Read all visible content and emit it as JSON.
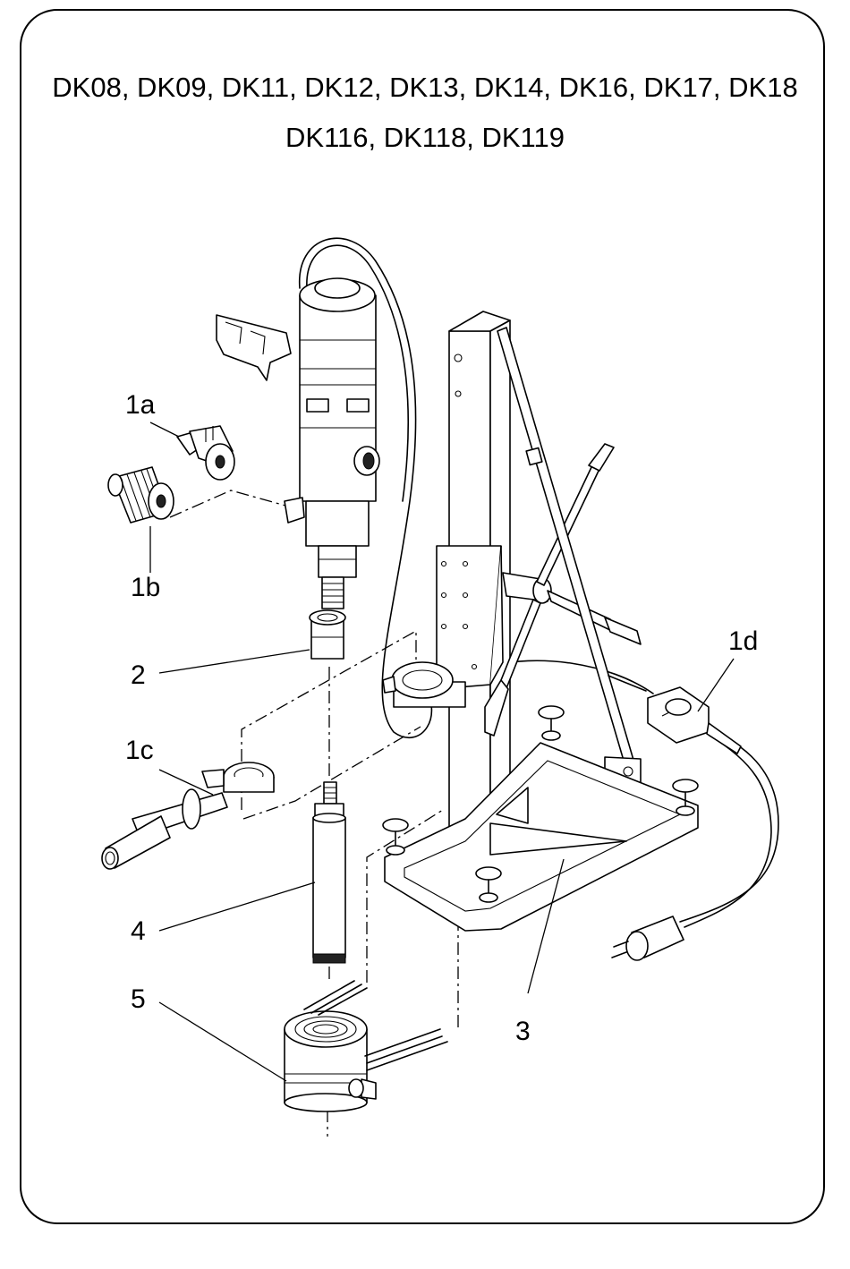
{
  "title": {
    "line1": "DK08, DK09, DK11, DK12, DK13, DK14, DK16, DK17, DK18",
    "line2": "DK116, DK118, DK119"
  },
  "callouts": {
    "c1a": "1a",
    "c1b": "1b",
    "c1c": "1c",
    "c1d": "1d",
    "c2": "2",
    "c3": "3",
    "c4": "4",
    "c5": "5"
  }
}
